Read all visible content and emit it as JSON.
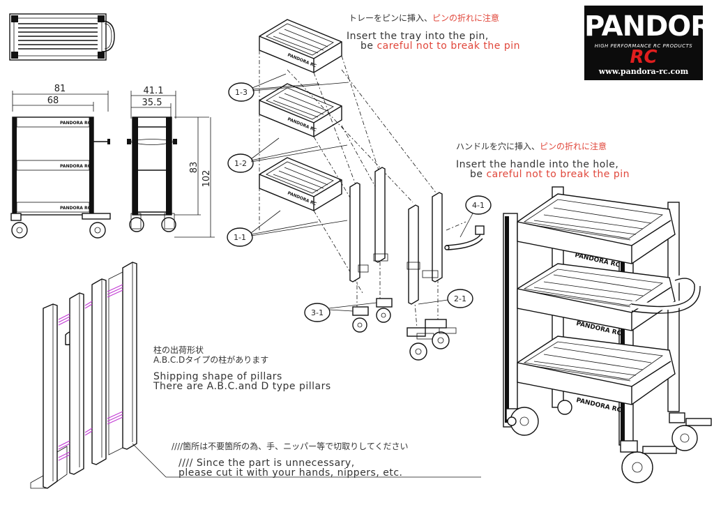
{
  "logo": {
    "brand": "PANDORA",
    "tagline": "HIGH PERFORMANCE RC PRODUCTS",
    "sub": "RC",
    "url": "www.pandora-rc.com"
  },
  "tray_note": {
    "jp_a": "トレーをピンに挿入、",
    "jp_b": "ピンの折れに注意",
    "en_1": "Insert the tray into the pin,",
    "en_2a": "be ",
    "en_2b": "careful not to break the pin"
  },
  "handle_note": {
    "jp_a": "ハンドルを穴に挿入、",
    "jp_b": "ピンの折れに注意",
    "en_1": "Insert the handle into the hole,",
    "en_2a": "be ",
    "en_2b": "careful not to break the pin"
  },
  "dimensions": {
    "width_outer": "81",
    "width_inner": "68",
    "depth_outer": "41.1",
    "depth_inner": "35.5",
    "height_inner": "83",
    "height_outer": "102"
  },
  "callouts": {
    "tray_top": "1-3",
    "tray_mid": "1-2",
    "tray_low": "1-1",
    "handle": "4-1",
    "pillar": "2-1",
    "caster": "3-1"
  },
  "cart_marking": "PANDORA RC",
  "pillar_note": {
    "jp_1": "柱の出荷形状",
    "jp_2": "A.B.C.Dタイプの柱があります",
    "en_1": "Shipping shape of pillars",
    "en_2": "There are A.B.C.and D type pillars"
  },
  "cut_note": {
    "jp": "////箇所は不要箇所の為、手、ニッパー等で切取りしてください",
    "en_1": "//// Since the part is unnecessary,",
    "en_2": "please cut it with your hands, nippers, etc."
  },
  "colors": {
    "warning": "#e0463a",
    "cut_highlight": "#c23bd4",
    "line": "#111111"
  }
}
